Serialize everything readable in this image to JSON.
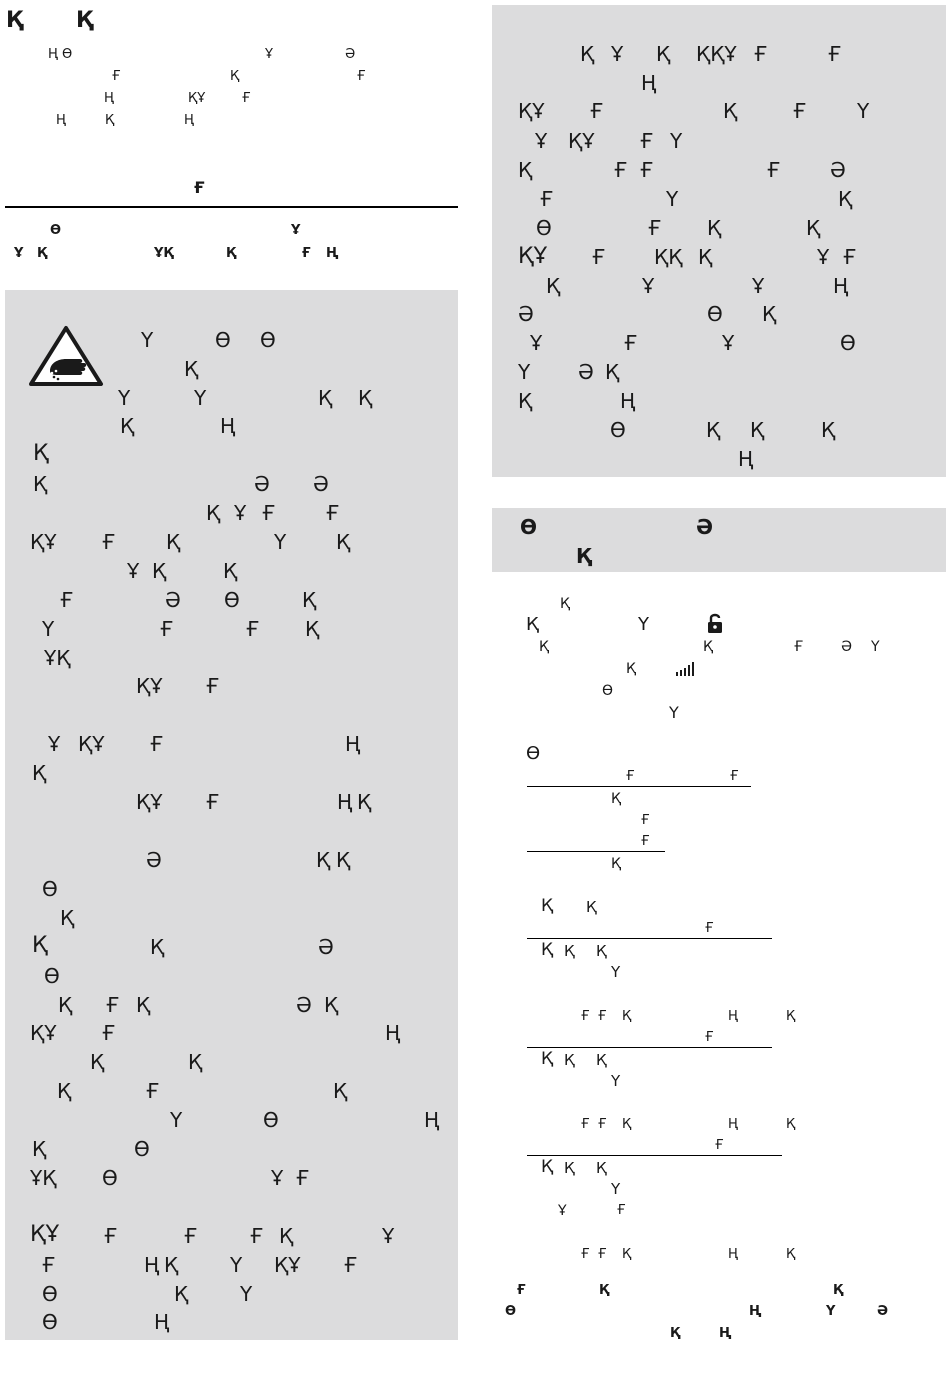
{
  "left_column": {
    "header": {
      "title": [
        "Қ",
        "Қ"
      ],
      "lines": [
        [
          "Ң",
          "Ө",
          "Ұ",
          "Ә"
        ],
        [
          "Ғ",
          "Қ",
          "Ғ"
        ],
        [
          "Ң",
          "ҚҰ",
          "Ғ"
        ],
        [
          "Ң",
          "Қ",
          "Ң"
        ]
      ]
    },
    "section": {
      "title": "Ғ",
      "lines": [
        [
          "Ө",
          "Ұ"
        ],
        [
          "Ұ",
          "Қ",
          "ҰҚ",
          "Қ",
          "Ғ",
          "Ң"
        ]
      ]
    },
    "warning_panel": {
      "icon": "hand-caution-icon",
      "lines": [
        [
          "Ү",
          "Ө",
          "Ө"
        ],
        [
          "Қ"
        ],
        [
          "Ү",
          "Ү",
          "Қ",
          "Қ"
        ],
        [
          "Қ",
          "Ң"
        ],
        [
          "Қ"
        ],
        [
          "Қ",
          "Ә",
          "Ә"
        ],
        [
          "Қ",
          "Ұ",
          "Ғ",
          "Ғ"
        ],
        [
          "ҚҰ",
          "Ғ",
          "Қ",
          "Ү",
          "Қ"
        ],
        [
          "Ұ",
          "Қ",
          "Қ"
        ],
        [
          "Ғ",
          "Ә",
          "Ө",
          "Қ"
        ],
        [
          "Ү",
          "Ғ",
          "Ғ",
          "Қ"
        ],
        [
          "ҰҚ"
        ],
        [
          "ҚҰ",
          "Ғ"
        ],
        [
          "Ұ",
          "ҚҰ",
          "Ғ",
          "Ң"
        ],
        [
          "Қ"
        ],
        [
          "ҚҰ",
          "Ғ",
          "Ң",
          "Қ"
        ],
        [
          "Ә",
          "Қ",
          "Қ"
        ],
        [
          "Ө"
        ],
        [
          "Қ"
        ],
        [
          "Қ",
          "Қ",
          "Ә"
        ],
        [
          "Ө"
        ],
        [
          "Қ",
          "Ғ",
          "Қ",
          "Ә",
          "Қ"
        ],
        [
          "ҚҰ",
          "Ғ",
          "Ң"
        ],
        [
          "Қ",
          "Қ"
        ],
        [
          "Қ",
          "Ғ",
          "Қ"
        ],
        [
          "Ү",
          "Ө",
          "Ң"
        ],
        [
          "Қ",
          "Ө"
        ],
        [
          "ҰҚ",
          "Ө",
          "Ұ",
          "Ғ"
        ],
        [
          "ҚҰ",
          "Ғ",
          "Ғ",
          "Ғ",
          "Қ",
          "Ұ"
        ],
        [
          "Ғ",
          "Ң",
          "Қ",
          "Ү",
          "ҚҰ",
          "Ғ"
        ],
        [
          "Ө",
          "Қ",
          "Ү"
        ],
        [
          "Ө",
          "Ң"
        ]
      ]
    }
  },
  "right_column": {
    "top_panel": {
      "lines": [
        [
          "Қ",
          "Ұ",
          "Қ",
          "ҚҚҰ",
          "Ғ",
          "Ғ"
        ],
        [
          "Ң"
        ],
        [
          "ҚҰ",
          "Ғ",
          "Қ",
          "Ғ",
          "Ү"
        ],
        [
          "Ұ",
          "ҚҰ",
          "Ғ",
          "Ү"
        ],
        [
          "Қ",
          "Ғ",
          "Ғ",
          "Ғ",
          "Ә"
        ],
        [
          "Ғ",
          "Ү",
          "Қ"
        ],
        [
          "Ө",
          "Ғ",
          "Қ",
          "Қ"
        ],
        [
          "ҚҰ",
          "Ғ",
          "ҚҚ",
          "Қ",
          "Ұ",
          "Ғ"
        ],
        [
          "Қ",
          "Ұ",
          "Ұ",
          "Ң"
        ],
        [
          "Ә",
          "Ө",
          "Қ"
        ],
        [
          "Ұ",
          "Ғ",
          "Ұ",
          "Ө"
        ],
        [
          "Ү",
          "Ә",
          "Қ"
        ],
        [
          "Қ",
          "Ң"
        ],
        [
          "Ө",
          "Қ",
          "Қ",
          "Қ"
        ],
        [
          "Ң"
        ]
      ]
    },
    "section_header": {
      "line1": [
        "Ө",
        "Ә"
      ],
      "line2": [
        "Қ"
      ]
    },
    "content": {
      "intro": [
        [
          "Қ"
        ],
        [
          "Қ",
          "Ү"
        ],
        [
          "Қ",
          "Қ",
          "Ғ",
          "Ә",
          "Ү"
        ],
        [
          "Қ"
        ],
        [
          "Ө"
        ],
        [
          "Ү"
        ]
      ],
      "icons": [
        "unlock-icon",
        "signal-bars-icon"
      ],
      "subheading": "Ө",
      "blocks": [
        [
          [
            "Ғ",
            "Ғ"
          ],
          [
            "Қ"
          ],
          [
            "Ғ"
          ],
          [
            "Ғ"
          ],
          [
            "Қ"
          ]
        ],
        [
          [
            "Қ",
            "Қ"
          ],
          [
            "Ғ"
          ],
          [
            "Қ",
            "Қ",
            "Қ"
          ],
          [
            "Ү"
          ]
        ],
        [
          [
            "Ғ",
            "Ғ",
            "Қ",
            "Ң",
            "Қ"
          ],
          [
            "Ғ"
          ],
          [
            "Қ",
            "Қ",
            "Қ"
          ],
          [
            "Ү"
          ]
        ],
        [
          [
            "Ғ",
            "Ғ",
            "Қ",
            "Ң",
            "Қ"
          ],
          [
            "Ғ"
          ],
          [
            "Қ",
            "Қ",
            "Қ"
          ],
          [
            "Ү"
          ],
          [
            "Ұ",
            "Ғ"
          ]
        ],
        [
          [
            "Ғ",
            "Ғ",
            "Қ",
            "Ң",
            "Қ"
          ]
        ]
      ],
      "footer": [
        [
          "Ғ",
          "Қ",
          "Қ"
        ],
        [
          "Ө",
          "Ң",
          "Ү",
          "Ә"
        ],
        [
          "Қ",
          "Ң"
        ]
      ]
    }
  }
}
